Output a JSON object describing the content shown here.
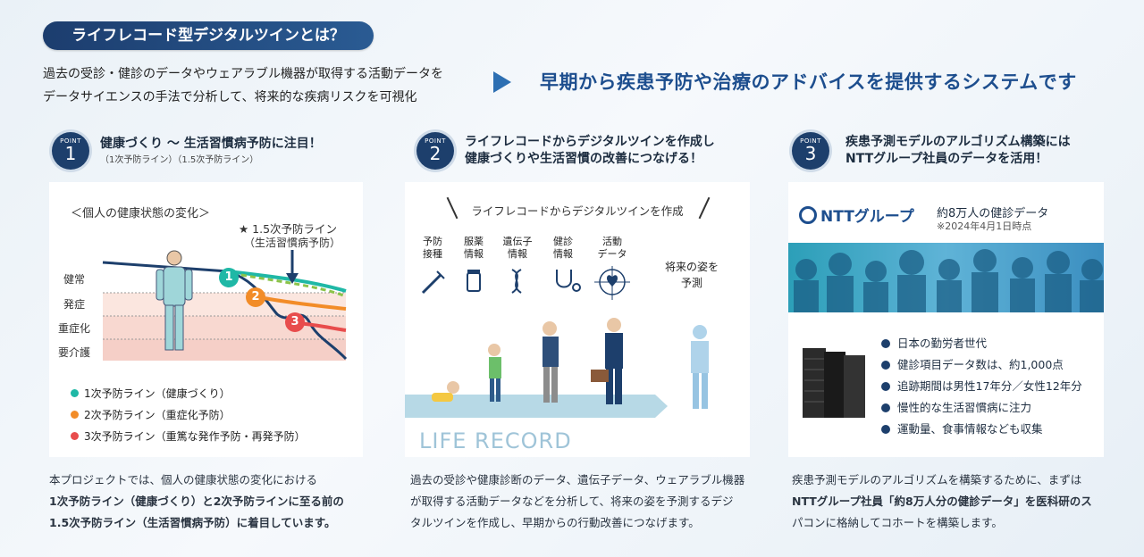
{
  "header": {
    "pill_title": "ライフレコード型デジタルツインとは？",
    "intro_line1": "過去の受診・健診のデータやウェアラブル機器が取得する活動データを",
    "intro_line2": "データサイエンスの手法で分析して、将来的な疾病リスクを可視化",
    "headline": "早期から疾患予防や治療のアドバイスを提供するシステムです"
  },
  "points": [
    {
      "badge_label": "POINT",
      "number": "1",
      "title_line1": "健康づくり ～ 生活習慣病予防に注目！",
      "subtitle": "（1次予防ライン）（1.5次予防ライン）",
      "card": {
        "heading": "＜個人の健康状態の変化＞",
        "star_label": "★ 1.5次予防ライン",
        "star_sub": "（生活習慣病予防）",
        "levels": [
          "健常",
          "発症",
          "重症化",
          "要介護"
        ],
        "markers": [
          "1",
          "2",
          "3"
        ],
        "legend": [
          {
            "text": "1次予防ライン（健康づくり）",
            "color": "#1fb8a6"
          },
          {
            "text": "2次予防ライン（重症化予防）",
            "color": "#f28c28"
          },
          {
            "text": "3次予防ライン（重篤な発作予防・再発予防）",
            "color": "#e84c4c"
          }
        ]
      },
      "desc": {
        "l1": "本プロジェクトでは、個人の健康状態の変化における",
        "l2": "1次予防ライン（健康づくり）と2次予防ラインに至る前の",
        "l3": "1.5次予防ライン（生活習慣病予防）に着目しています。"
      }
    },
    {
      "badge_label": "POINT",
      "number": "2",
      "title_line1": "ライフレコードからデジタルツインを作成し",
      "title_line2": "健康づくりや生活習慣の改善につなげる！",
      "card": {
        "heading": "ライフレコードからデジタルツインを作成",
        "categories": [
          {
            "l1": "予防",
            "l2": "接種"
          },
          {
            "l1": "服薬",
            "l2": "情報"
          },
          {
            "l1": "遺伝子",
            "l2": "情報"
          },
          {
            "l1": "健診",
            "l2": "情報"
          },
          {
            "l1": "活動",
            "l2": "データ"
          }
        ],
        "future_l1": "将来の姿を",
        "future_l2": "予測",
        "life_record": "LIFE RECORD"
      },
      "desc": {
        "l1": "過去の受診や健康診断のデータ、遺伝子データ、ウェアラブル機器",
        "l2": "が取得する活動データなどを分析して、将来の姿を予測するデジ",
        "l3": "タルツインを作成し、早期からの行動改善につなげます。"
      }
    },
    {
      "badge_label": "POINT",
      "number": "3",
      "title_line1": "疾患予測モデルのアルゴリズム構築には",
      "title_line2": "NTTグループ社員のデータを活用！",
      "card": {
        "logo": "NTTグループ",
        "data_title": "約8万人の健診データ",
        "data_note": "※2024年4月1日時点",
        "bullets": [
          "日本の勤労者世代",
          "健診項目データ数は、約1,000点",
          "追跡期間は男性17年分／女性12年分",
          "慢性的な生活習慣病に注力",
          "運動量、食事情報なども収集"
        ]
      },
      "desc": {
        "l1": "疾患予測モデルのアルゴリズムを構築するために、まずは",
        "l2": "NTTグループ社員「約8万人分の健診データ」を医科研のス",
        "l3": "パコンに格納してコホートを構築します。"
      }
    }
  ]
}
